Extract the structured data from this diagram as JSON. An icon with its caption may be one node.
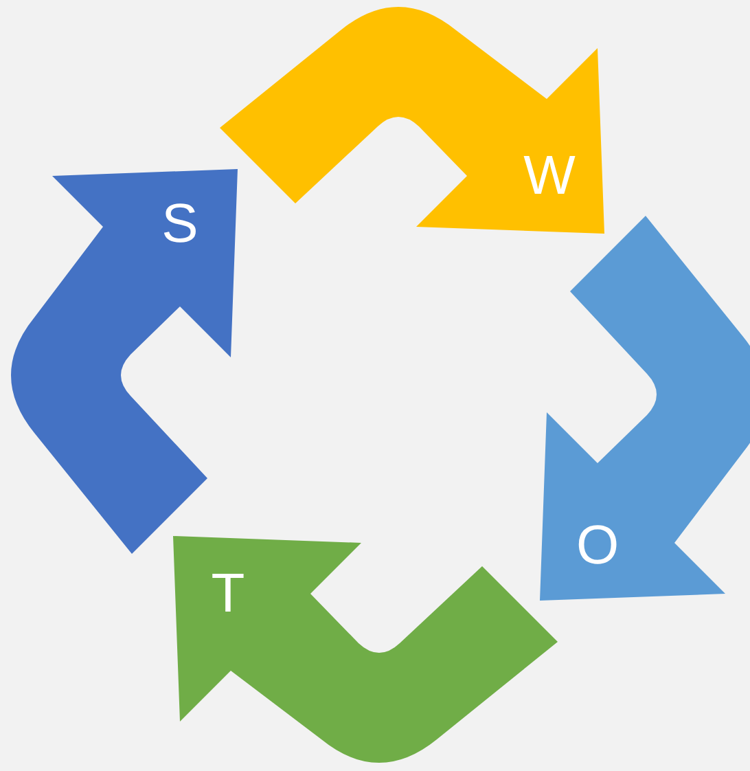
{
  "diagram": {
    "nodes": [
      {
        "text": [
          "S"
        ]
      },
      {
        "text": [
          "W"
        ]
      },
      {
        "text": [
          "O"
        ]
      },
      {
        "text": [
          "T"
        ]
      }
    ]
  }
}
